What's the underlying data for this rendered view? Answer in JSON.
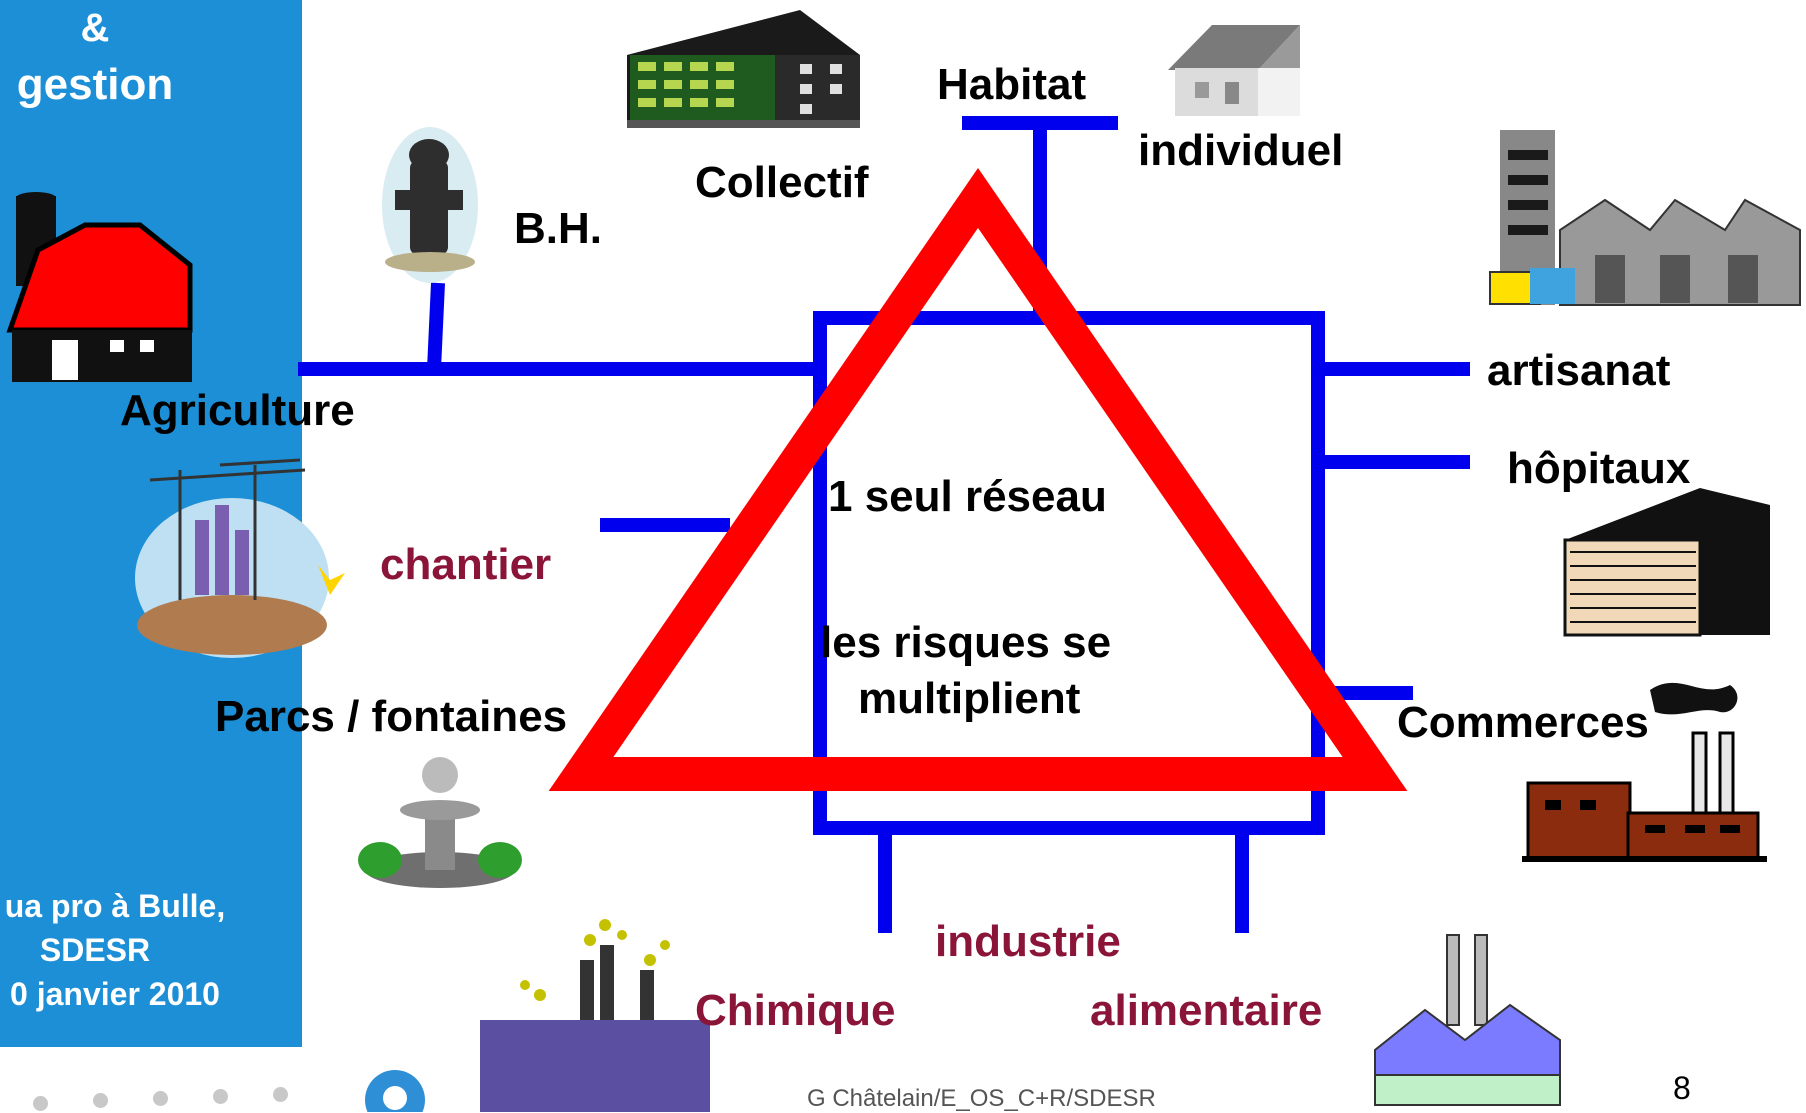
{
  "sidebar": {
    "ampersand": "&",
    "title": "gestion",
    "line1": "ua pro à Bulle,",
    "line2": "SDESR",
    "line3": "0 janvier 2010"
  },
  "labels": {
    "habitat": "Habitat",
    "individuel": "individuel",
    "collectif": "Collectif",
    "bh": "B.H.",
    "agriculture": "Agriculture",
    "chantier": "chantier",
    "parcs": "Parcs / fontaines",
    "artisanat": "artisanat",
    "hopitaux": "hôpitaux",
    "commerces": "Commerces",
    "industrie": "industrie",
    "chimique": "Chimique",
    "alimentaire": "alimentaire"
  },
  "center": {
    "line1": "1 seul réseau",
    "line2": "les risques se",
    "line3": "multiplient"
  },
  "footer": {
    "credit": "G Châtelain/E_OS_C+R/SDESR",
    "page": "8"
  },
  "colors": {
    "network": "#0000ee",
    "warning": "#ff0000",
    "sidebar": "#1c8fd6",
    "accent_text": "#8b1538"
  },
  "icons": [
    "building-icon",
    "house-icon",
    "hydrant-icon",
    "barn-icon",
    "crane-icon",
    "factory-icon",
    "hospital-icon",
    "fountain-icon",
    "chemical-plant-icon",
    "food-factory-icon"
  ]
}
